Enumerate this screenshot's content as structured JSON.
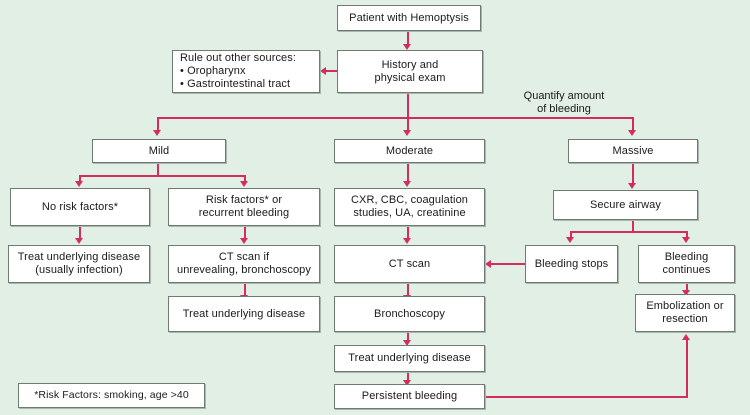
{
  "figure": {
    "kind": "clinical-algorithm-flowchart",
    "background_color": "#e2efe4",
    "connector_color": "#d22d5e",
    "box_fill_color": "#ffffff",
    "box_border_color": "#6e7b72"
  },
  "nodes": {
    "patient": "Patient with Hemoptysis",
    "history": "History and\nphysical exam",
    "rule_out": "Rule out other sources:\n• Oropharynx\n• Gastrointestinal tract",
    "mild": "Mild",
    "moderate": "Moderate",
    "massive": "Massive",
    "no_risk_factors": "No risk factors*",
    "risk_factors": "Risk factors* or\nrecurrent bleeding",
    "cxr_labs": "CXR, CBC, coagulation\nstudies, UA, creatinine",
    "secure_airway": "Secure airway",
    "treat_usually_infection": "Treat underlying disease\n(usually infection)",
    "ct_if_unrevealing": "CT scan if\nunrevealing, bronchoscopy",
    "ct_scan": "CT scan",
    "bleeding_stops": "Bleeding stops",
    "bleeding_continues": "Bleeding\ncontinues",
    "treat_left": "Treat underlying disease",
    "bronchoscopy": "Bronchoscopy",
    "embolization": "Embolization or\nresection",
    "treat_middle": "Treat underlying disease",
    "persistent_bleeding": "Persistent bleeding"
  },
  "captions": {
    "quantify": "Quantify amount\nof bleeding"
  },
  "footnote": {
    "risk_factors_note": "*Risk Factors: smoking, age >40"
  }
}
